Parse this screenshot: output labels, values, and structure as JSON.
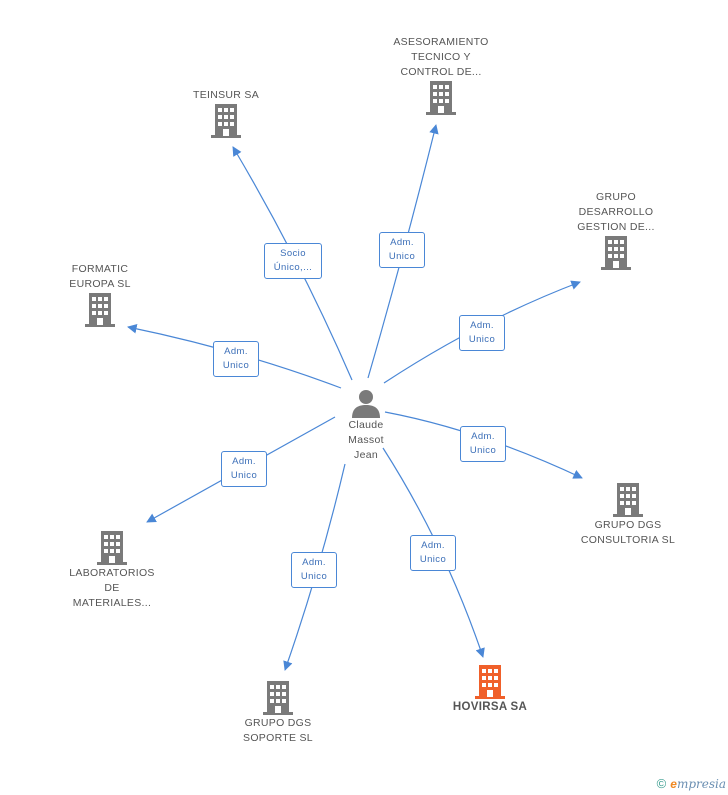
{
  "center": {
    "name": "Claude\nMassot\nJean"
  },
  "colors": {
    "edge": "#4a87d6",
    "building": "#7a7a7a",
    "highlight": "#f0602a"
  },
  "nodes": [
    {
      "id": "teinsur",
      "label": "TEINSUR SA",
      "highlight": false
    },
    {
      "id": "asesoramiento",
      "label": "ASESORAMIENTO\nTECNICO Y\nCONTROL DE...",
      "highlight": false
    },
    {
      "id": "grupo-desarrollo",
      "label": "GRUPO\nDESARROLLO\nGESTION DE...",
      "highlight": false
    },
    {
      "id": "formatic",
      "label": "FORMATIC\nEUROPA SL",
      "highlight": false
    },
    {
      "id": "grupo-dgs-consultoria",
      "label": "GRUPO DGS\nCONSULTORIA SL",
      "highlight": false
    },
    {
      "id": "laboratorios",
      "label": "LABORATORIOS\nDE\nMATERIALES...",
      "highlight": false
    },
    {
      "id": "grupo-dgs-soporte",
      "label": "GRUPO DGS\nSOPORTE SL",
      "highlight": false
    },
    {
      "id": "hovirsa",
      "label": "HOVIRSA SA",
      "highlight": true
    }
  ],
  "edges": [
    {
      "to": "teinsur",
      "label": "Socio\nÚnico,..."
    },
    {
      "to": "asesoramiento",
      "label": "Adm.\nUnico"
    },
    {
      "to": "grupo-desarrollo",
      "label": "Adm.\nUnico"
    },
    {
      "to": "formatic",
      "label": "Adm.\nUnico"
    },
    {
      "to": "grupo-dgs-consultoria",
      "label": "Adm.\nUnico"
    },
    {
      "to": "laboratorios",
      "label": "Adm.\nUnico"
    },
    {
      "to": "grupo-dgs-soporte",
      "label": "Adm.\nUnico"
    },
    {
      "to": "hovirsa",
      "label": "Adm.\nUnico"
    }
  ],
  "footer": {
    "copyright": "©",
    "brand_initial": "e",
    "brand_rest": "mpresia"
  }
}
